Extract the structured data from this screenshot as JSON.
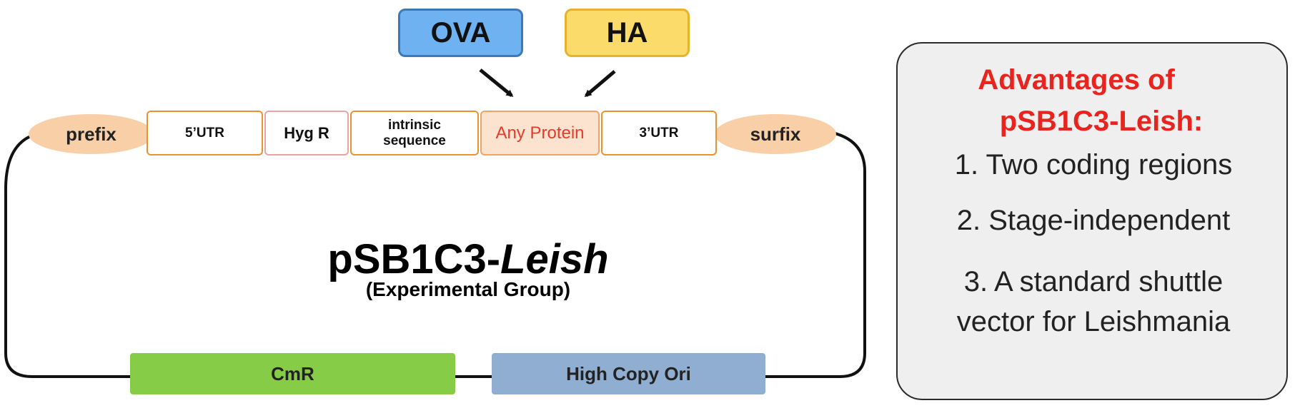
{
  "construct": {
    "name_prefix": "pSB1C3-",
    "name_italic": "Leish",
    "group_label": "(Experimental Group)"
  },
  "flanks": {
    "left": "prefix",
    "right": "surfix"
  },
  "segments": [
    {
      "id": "utr5",
      "label": "5’UTR"
    },
    {
      "id": "hygr",
      "label": "Hyg R"
    },
    {
      "id": "intrinsic",
      "label": "intrinsic sequence"
    },
    {
      "id": "any",
      "label": "Any Protein"
    },
    {
      "id": "utr3",
      "label": "3’UTR"
    }
  ],
  "inserts": [
    {
      "id": "ova",
      "label": "OVA",
      "color": "#6fb2f1"
    },
    {
      "id": "ha",
      "label": "HA",
      "color": "#fbdc6a"
    }
  ],
  "backbone": [
    {
      "id": "cmr",
      "label": "CmR",
      "color": "#86cc47"
    },
    {
      "id": "ori",
      "label": "High Copy Ori",
      "color": "#90aed2"
    }
  ],
  "advantages": {
    "title_line1": "Advantages of",
    "title_line2": "pSB1C3-Leish:",
    "items": [
      "1. Two coding regions",
      "2. Stage-independent",
      "3. A standard shuttle",
      "vector for Leishmania"
    ]
  },
  "colors": {
    "accent_red": "#e8241f",
    "segment_border": "#e8932e",
    "flank_fill": "#f9cfa8"
  }
}
